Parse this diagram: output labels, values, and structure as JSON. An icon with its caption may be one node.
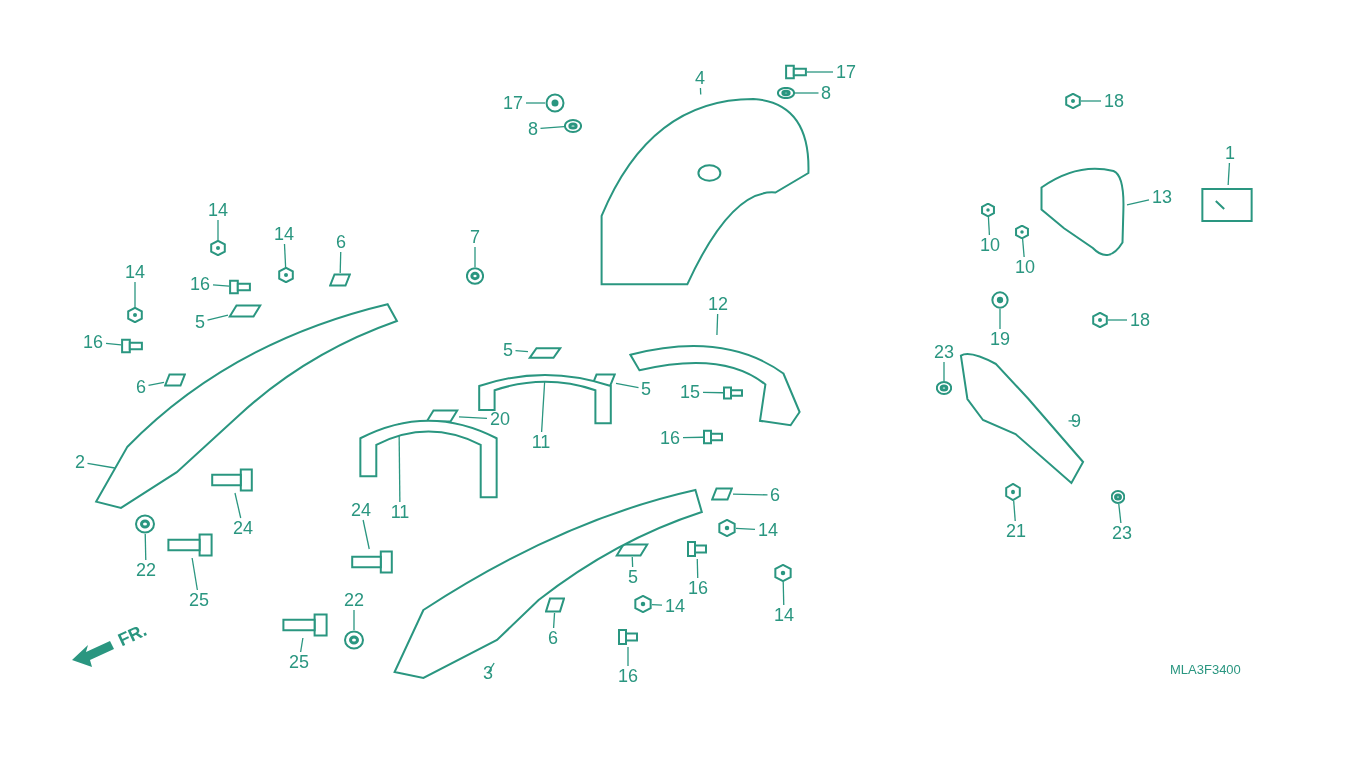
{
  "diagram": {
    "nodes": [
      {
        "text": [
          "17"
        ]
      },
      {
        "text": [],
        "shape": "picture"
      },
      {
        "text": [
          "8"
        ]
      },
      {
        "text": [],
        "shape": "picture"
      },
      {
        "text": [
          "4"
        ]
      },
      {
        "text": [],
        "shape": "picture"
      },
      {
        "text": [
          "17"
        ]
      },
      {
        "text": [],
        "shape": "picture"
      },
      {
        "text": [
          "8"
        ]
      },
      {
        "text": [],
        "shape": "picture"
      },
      {
        "text": [
          "7"
        ]
      },
      {
        "text": [],
        "shape": "picture"
      },
      {
        "text": [
          "18"
        ]
      },
      {
        "text": [],
        "shape": "picture"
      },
      {
        "text": [
          "13"
        ]
      },
      {
        "text": [],
        "shape": "picture"
      },
      {
        "text": [
          "1"
        ]
      },
      {
        "text": [],
        "shape": "picture"
      },
      {
        "text": [
          "10"
        ]
      },
      {
        "text": [],
        "shape": "picture"
      },
      {
        "text": [
          "10"
        ]
      },
      {
        "text": [],
        "shape": "picture"
      },
      {
        "text": [
          "18"
        ]
      },
      {
        "text": [],
        "shape": "picture"
      },
      {
        "text": [
          "19"
        ]
      },
      {
        "text": [],
        "shape": "picture"
      },
      {
        "text": [
          "12"
        ]
      },
      {
        "text": [],
        "shape": "picture"
      },
      {
        "text": [
          "15"
        ]
      },
      {
        "text": [],
        "shape": "picture"
      },
      {
        "text": [
          "16"
        ]
      },
      {
        "text": [],
        "shape": "picture"
      },
      {
        "text": [
          "23"
        ]
      },
      {
        "text": [],
        "shape": "picture"
      },
      {
        "text": [
          "9"
        ]
      },
      {
        "text": [],
        "shape": "picture"
      },
      {
        "text": [
          "21"
        ]
      },
      {
        "text": [],
        "shape": "picture"
      },
      {
        "text": [
          "23"
        ]
      },
      {
        "text": [],
        "shape": "picture"
      },
      {
        "text": [
          "14"
        ]
      },
      {
        "text": [],
        "shape": "picture"
      },
      {
        "text": [
          "14"
        ]
      },
      {
        "text": [],
        "shape": "picture"
      },
      {
        "text": [
          "6"
        ]
      },
      {
        "text": [],
        "shape": "box"
      },
      {
        "text": [
          "14"
        ]
      },
      {
        "text": [],
        "shape": "picture"
      },
      {
        "text": [
          "16"
        ]
      },
      {
        "text": [],
        "shape": "picture"
      },
      {
        "text": [
          "5"
        ]
      },
      {
        "text": [],
        "shape": "box"
      },
      {
        "text": [
          "16"
        ]
      },
      {
        "text": [],
        "shape": "picture"
      },
      {
        "text": [
          "6"
        ]
      },
      {
        "text": [],
        "shape": "box"
      },
      {
        "text": [
          "2"
        ]
      },
      {
        "text": [],
        "shape": "picture"
      },
      {
        "text": [
          "24"
        ]
      },
      {
        "text": [],
        "shape": "picture"
      },
      {
        "text": [
          "22"
        ]
      },
      {
        "text": [],
        "shape": "picture"
      },
      {
        "text": [
          "25"
        ]
      },
      {
        "text": [],
        "shape": "picture"
      },
      {
        "text": [
          "5"
        ]
      },
      {
        "text": [],
        "shape": "box"
      },
      {
        "text": [
          "5"
        ]
      },
      {
        "text": [],
        "shape": "box"
      },
      {
        "text": [
          "20"
        ]
      },
      {
        "text": [],
        "shape": "box"
      },
      {
        "text": [
          "11"
        ]
      },
      {
        "text": [],
        "shape": "picture"
      },
      {
        "text": [
          "11"
        ]
      },
      {
        "text": [],
        "shape": "picture"
      },
      {
        "text": [
          "6"
        ]
      },
      {
        "text": [],
        "shape": "box"
      },
      {
        "text": [
          "14"
        ]
      },
      {
        "text": [],
        "shape": "picture"
      },
      {
        "text": [
          "24"
        ]
      },
      {
        "text": [],
        "shape": "picture"
      },
      {
        "text": [
          "16"
        ]
      },
      {
        "text": [],
        "shape": "picture"
      },
      {
        "text": [
          "5"
        ]
      },
      {
        "text": [],
        "shape": "box"
      },
      {
        "text": [
          "14"
        ]
      },
      {
        "text": [],
        "shape": "picture"
      },
      {
        "text": [
          "14"
        ]
      },
      {
        "text": [],
        "shape": "picture"
      },
      {
        "text": [
          "22"
        ]
      },
      {
        "text": [],
        "shape": "picture"
      },
      {
        "text": [
          "6"
        ]
      },
      {
        "text": [],
        "shape": "box"
      },
      {
        "text": [
          "25"
        ]
      },
      {
        "text": [],
        "shape": "picture"
      },
      {
        "text": [
          "3"
        ]
      },
      {
        "text": [],
        "shape": "picture"
      },
      {
        "text": [
          "16"
        ]
      },
      {
        "text": [],
        "shape": "picture"
      }
    ],
    "edges": [
      {
        "from": 0,
        "to": 1,
        "arrow": "none"
      },
      {
        "from": 2,
        "to": 3,
        "arrow": "none"
      },
      {
        "from": 4,
        "to": 5,
        "arrow": "none"
      },
      {
        "from": 6,
        "to": 7,
        "arrow": "none"
      },
      {
        "from": 8,
        "to": 9,
        "arrow": "none"
      },
      {
        "from": 10,
        "to": 11,
        "arrow": "none"
      },
      {
        "from": 12,
        "to": 13,
        "arrow": "none"
      },
      {
        "from": 14,
        "to": 15,
        "arrow": "none"
      },
      {
        "from": 16,
        "to": 17,
        "arrow": "none"
      },
      {
        "from": 18,
        "to": 19,
        "arrow": "none"
      },
      {
        "from": 20,
        "to": 21,
        "arrow": "none"
      },
      {
        "from": 22,
        "to": 23,
        "arrow": "none"
      },
      {
        "from": 24,
        "to": 25,
        "arrow": "none"
      },
      {
        "from": 26,
        "to": 27,
        "arrow": "none"
      },
      {
        "from": 28,
        "to": 29,
        "arrow": "none"
      },
      {
        "from": 30,
        "to": 31,
        "arrow": "none"
      },
      {
        "from": 32,
        "to": 33,
        "arrow": "none"
      },
      {
        "from": 34,
        "to": 35,
        "arrow": "none"
      },
      {
        "from": 36,
        "to": 37,
        "arrow": "none"
      },
      {
        "from": 38,
        "to": 39,
        "arrow": "none"
      },
      {
        "from": 40,
        "to": 41,
        "arrow": "none"
      },
      {
        "from": 42,
        "to": 43,
        "arrow": "none"
      },
      {
        "from": 44,
        "to": 45,
        "arrow": "none"
      },
      {
        "from": 46,
        "to": 47,
        "arrow": "none"
      },
      {
        "from": 48,
        "to": 49,
        "arrow": "none"
      },
      {
        "from": 50,
        "to": 51,
        "arrow": "none"
      },
      {
        "from": 52,
        "to": 53,
        "arrow": "none"
      },
      {
        "from": 54,
        "to": 55,
        "arrow": "none"
      },
      {
        "from": 56,
        "to": 57,
        "arrow": "none"
      },
      {
        "from": 58,
        "to": 59,
        "arrow": "none"
      },
      {
        "from": 60,
        "to": 61,
        "arrow": "none"
      },
      {
        "from": 62,
        "to": 63,
        "arrow": "none"
      },
      {
        "from": 64,
        "to": 65,
        "arrow": "none"
      },
      {
        "from": 66,
        "to": 67,
        "arrow": "none"
      },
      {
        "from": 68,
        "to": 69,
        "arrow": "none"
      },
      {
        "from": 70,
        "to": 71,
        "arrow": "none"
      },
      {
        "from": 72,
        "to": 73,
        "arrow": "none"
      },
      {
        "from": 74,
        "to": 75,
        "arrow": "none"
      },
      {
        "from": 76,
        "to": 77,
        "arrow": "none"
      },
      {
        "from": 78,
        "to": 79,
        "arrow": "none"
      },
      {
        "from": 80,
        "to": 81,
        "arrow": "none"
      },
      {
        "from": 82,
        "to": 83,
        "arrow": "none"
      },
      {
        "from": 84,
        "to": 85,
        "arrow": "none"
      },
      {
        "from": 86,
        "to": 87,
        "arrow": "none"
      },
      {
        "from": 88,
        "to": 89,
        "arrow": "none"
      },
      {
        "from": 90,
        "to": 91,
        "arrow": "none"
      },
      {
        "from": 92,
        "to": 93,
        "arrow": "none"
      },
      {
        "from": 94,
        "to": 95,
        "arrow": "none"
      },
      {
        "from": 96,
        "to": 97,
        "arrow": "none"
      }
    ],
    "labels": [
      "FR.",
      "MLA3F3400"
    ]
  }
}
